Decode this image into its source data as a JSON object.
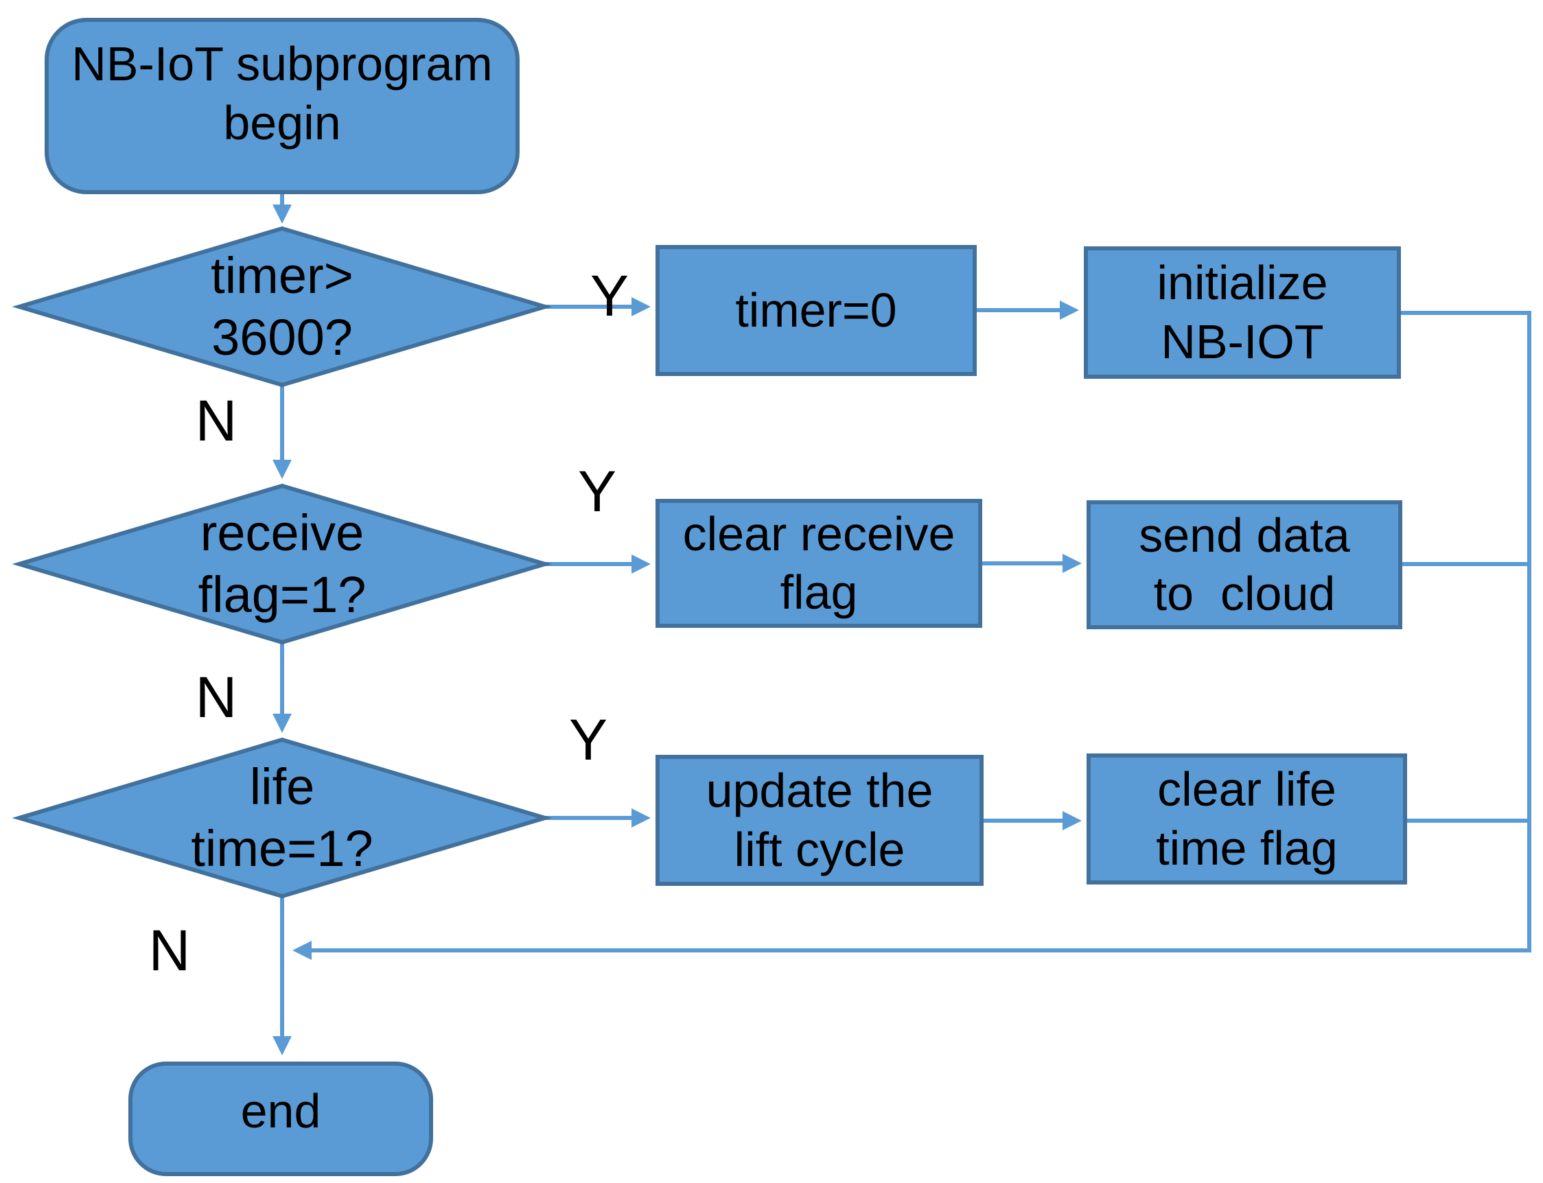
{
  "page": {
    "background": "#ffffff"
  },
  "colors": {
    "shape_fill": "#5b9bd5",
    "shape_border": "#41719c",
    "arrow": "#5b9bd5",
    "text": "#000000"
  },
  "nodes": {
    "begin": {
      "shape": "rounded-rectangle",
      "lines": [
        "NB-IoT subprogram",
        "begin"
      ]
    },
    "timer_check": {
      "shape": "diamond",
      "lines": [
        "timer>",
        "3600?"
      ]
    },
    "timer_reset": {
      "shape": "rectangle",
      "lines": [
        "timer=0"
      ]
    },
    "init_nbiot": {
      "shape": "rectangle",
      "lines": [
        "initialize",
        "NB-IOT"
      ]
    },
    "receive_flag": {
      "shape": "diamond",
      "lines": [
        "receive",
        "flag=1?"
      ]
    },
    "clear_receive_flag": {
      "shape": "rectangle",
      "lines": [
        "clear receive",
        "flag"
      ]
    },
    "send_data": {
      "shape": "rectangle",
      "lines": [
        "send data",
        "to  cloud"
      ]
    },
    "life_time": {
      "shape": "diamond",
      "lines": [
        "life",
        "time=1?"
      ]
    },
    "update_lift_cycle": {
      "shape": "rectangle",
      "lines": [
        "update the",
        "lift cycle"
      ]
    },
    "clear_life_flag": {
      "shape": "rectangle",
      "lines": [
        "clear life",
        "time flag"
      ]
    },
    "end": {
      "shape": "rounded-rectangle",
      "lines": [
        "end"
      ]
    }
  },
  "edge_labels": {
    "timer_yes": "Y",
    "timer_no": "N",
    "receive_yes": "Y",
    "receive_no": "N",
    "life_yes": "Y",
    "life_no": "N"
  }
}
